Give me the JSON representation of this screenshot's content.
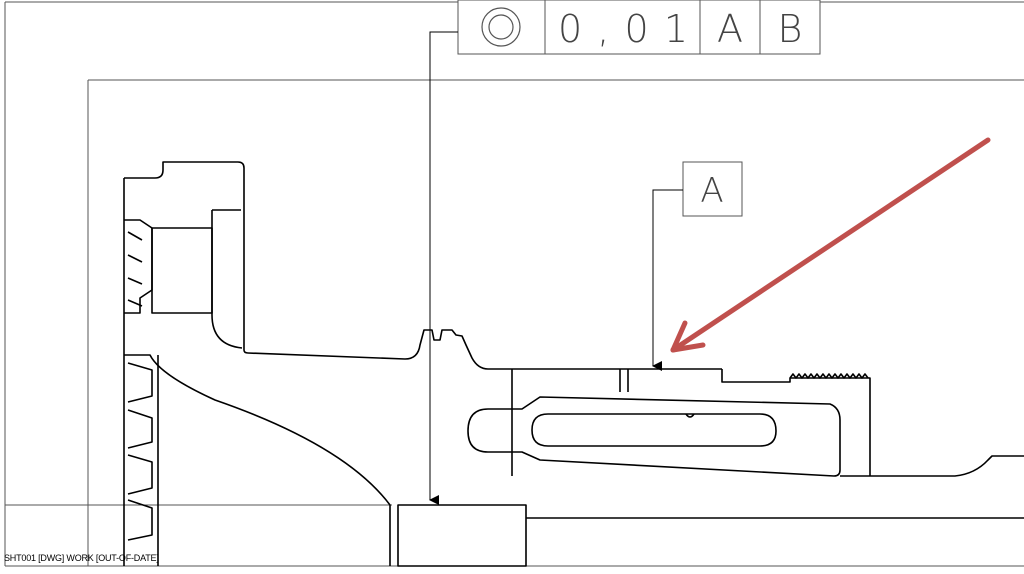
{
  "feature_control_frame": {
    "symbol": "concentricity-icon",
    "tolerance": "0 , 0 1",
    "datum_1": "A",
    "datum_2": "B"
  },
  "datum_label": "A",
  "annotation_arrow_color": "#c0504d",
  "status_bar": {
    "text": "SHT001 [DWG] WORK [OUT-OF-DATE]"
  }
}
